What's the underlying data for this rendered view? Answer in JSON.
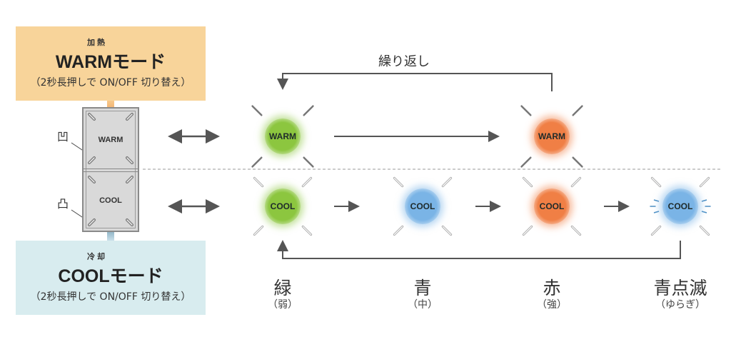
{
  "warm_mode": {
    "ruby": "加熱",
    "title": "WARMモード",
    "subtitle": "（2秒長押しで ON/OFF 切り替え）",
    "background": "#f8d49a",
    "arrow_color": "#e07a2e"
  },
  "cool_mode": {
    "ruby": "冷却",
    "title": "COOLモード",
    "subtitle": "（2秒長押しで ON/OFF 切り替え）",
    "background": "#d8ecef",
    "arrow_color": "#2d6a8a"
  },
  "device": {
    "warm_button_label": "WARM",
    "cool_button_label": "COOL",
    "concave_label": "凹",
    "convex_label": "凸"
  },
  "warm_sequence": {
    "loop_label": "繰り返し",
    "leds": [
      {
        "label": "WARM",
        "color": "#8cc63f",
        "state": "green"
      },
      {
        "label": "WARM",
        "color": "#f07f45",
        "state": "red"
      }
    ]
  },
  "cool_sequence": {
    "leds": [
      {
        "label": "COOL",
        "color": "#8cc63f",
        "state": "green"
      },
      {
        "label": "COOL",
        "color": "#7ab4e6",
        "state": "blue"
      },
      {
        "label": "COOL",
        "color": "#f07f45",
        "state": "red"
      },
      {
        "label": "COOL",
        "color": "#7ab4e6",
        "state": "blue-blinking"
      }
    ],
    "stages": [
      {
        "main": "緑",
        "sub": "（弱）"
      },
      {
        "main": "青",
        "sub": "（中）"
      },
      {
        "main": "赤",
        "sub": "（強）"
      },
      {
        "main": "青点滅",
        "sub": "（ゆらぎ）"
      }
    ]
  }
}
